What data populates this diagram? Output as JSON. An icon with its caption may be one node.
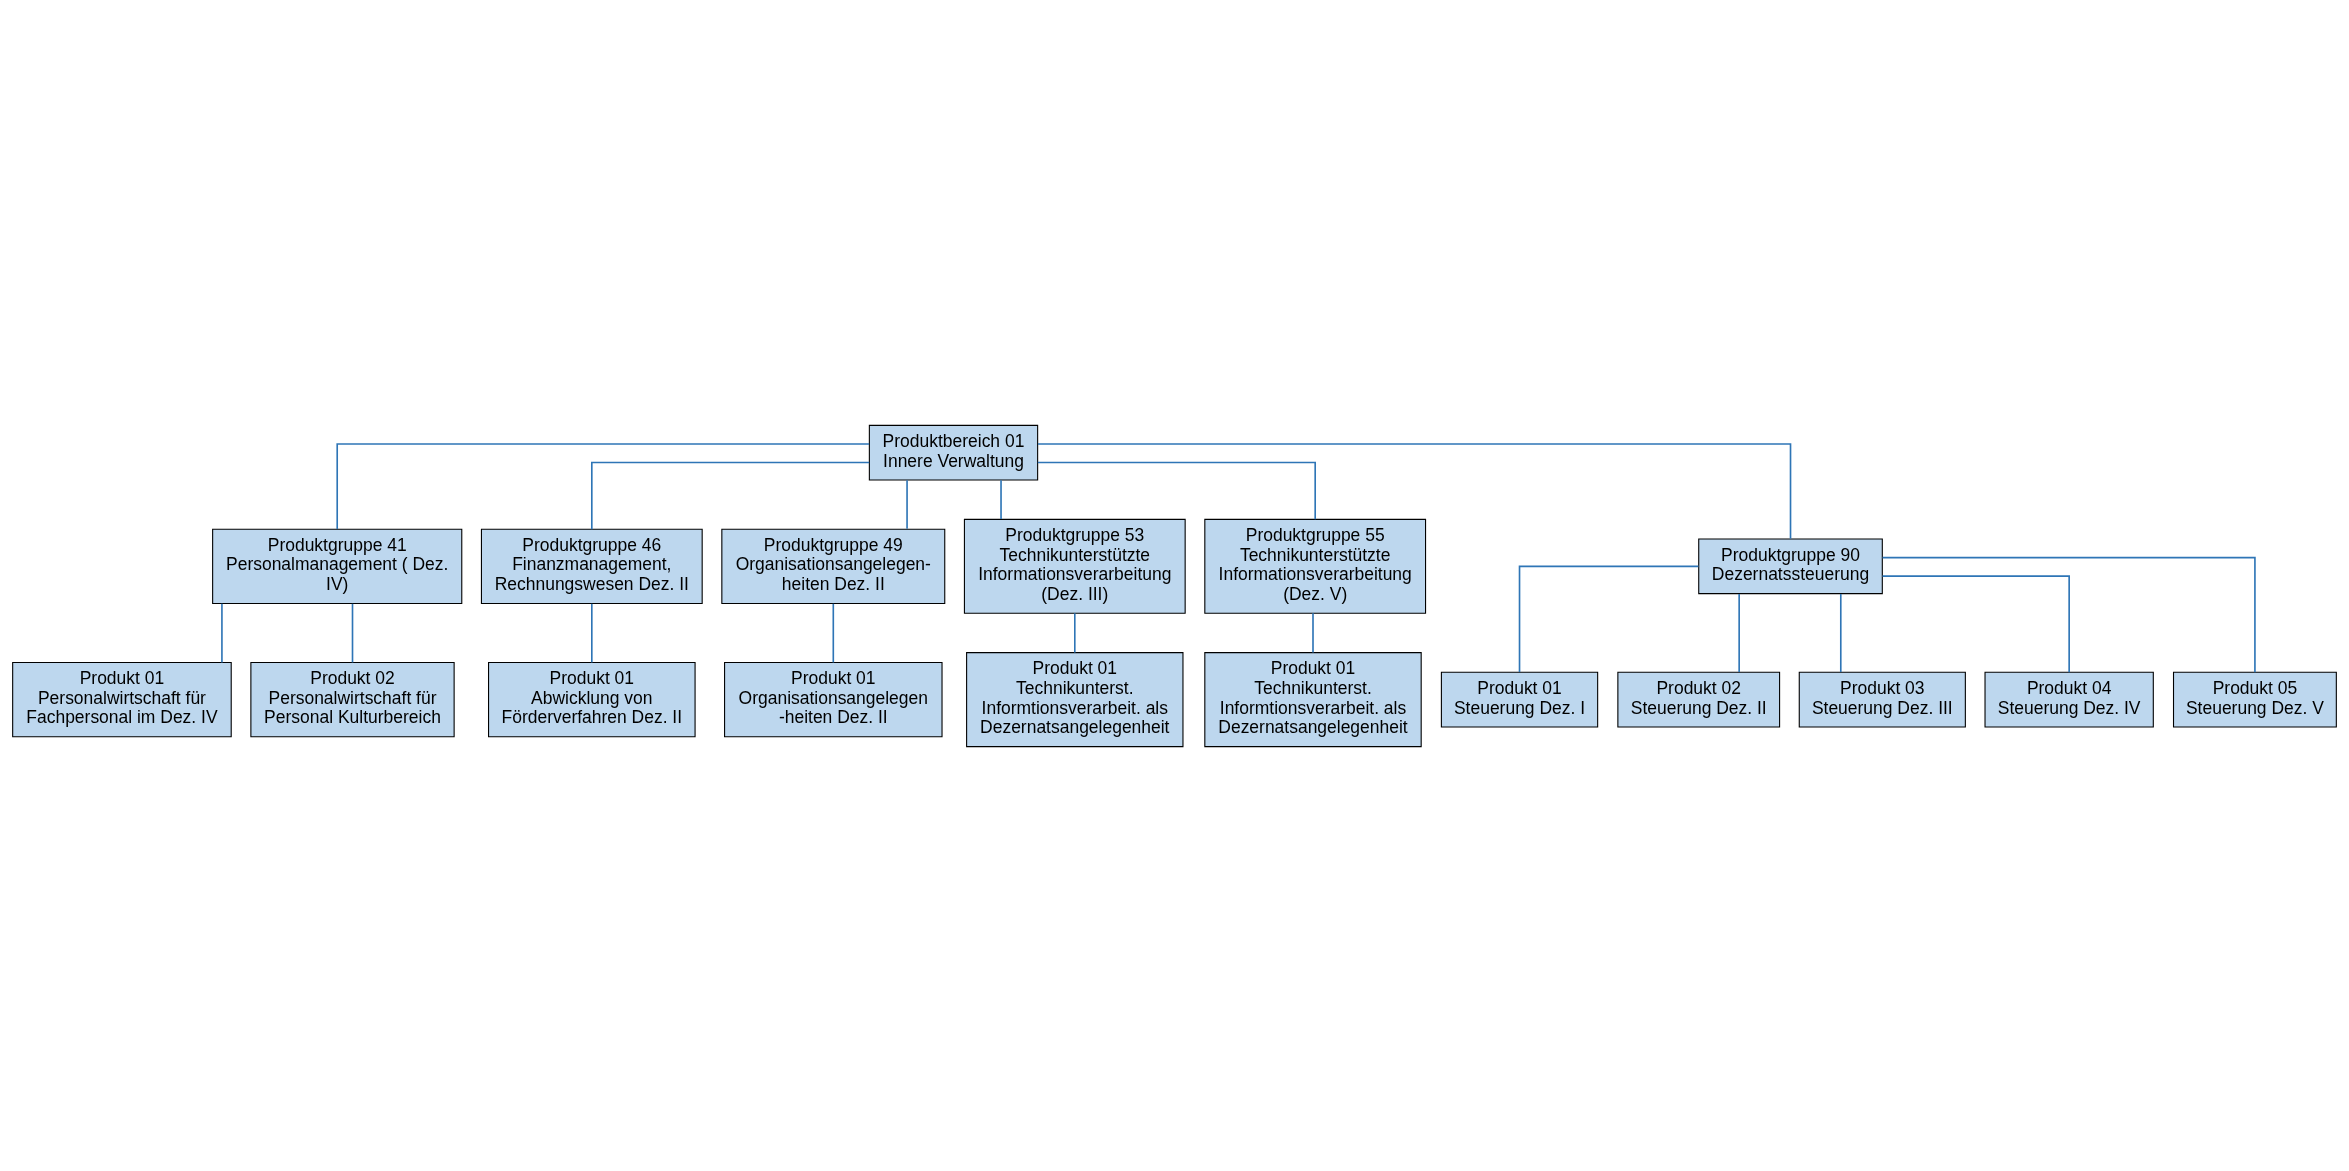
{
  "diagram": {
    "nodes": [
      {
        "text": [
          "Produktbereich 01",
          "Innere Verwaltung"
        ]
      },
      {
        "text": [
          "Produktgruppe 41",
          "Personalmanagement ( Dez. IV)"
        ]
      },
      {
        "text": [
          "Produkt 01",
          "Personalwirtschaft für Fachpersonal im Dez. IV"
        ]
      },
      {
        "text": [
          "Produkt 02",
          "Personalwirtschaft für Personal Kulturbereich"
        ]
      },
      {
        "text": [
          "Produktgruppe 46",
          "Finanzmanagement, Rechnungswesen Dez. II"
        ]
      },
      {
        "text": [
          "Produkt 01",
          "Abwicklung von Förderverfahren Dez. II"
        ]
      },
      {
        "text": [
          "Produktgruppe 49",
          "Organisationsangelegen- heiten Dez. II"
        ]
      },
      {
        "text": [
          "Produkt 01",
          "Organisationsangelegen -heiten Dez. II"
        ]
      },
      {
        "text": [
          "Produktgruppe 53",
          "Technikunterstützte Informationsverarbeitung (Dez. III)"
        ]
      },
      {
        "text": [
          "Produkt 01",
          "Technikunterst. Informtionsverarbeit. als Dezernatsangelegenheit"
        ]
      },
      {
        "text": [
          "Produktgruppe 55",
          "Technikunterstützte Informationsverarbeitung (Dez. V)"
        ]
      },
      {
        "text": [
          "Produkt 01",
          "Technikunterst. Informtionsverarbeit. als Dezernatsangelegenheit"
        ]
      },
      {
        "text": [
          "Produktgruppe 90",
          "Dezernatssteuerung"
        ]
      },
      {
        "text": [
          "Produkt 01",
          "Steuerung Dez. I"
        ]
      },
      {
        "text": [
          "Produkt 02",
          "Steuerung Dez. II"
        ]
      },
      {
        "text": [
          "Produkt 03",
          "Steuerung Dez. III"
        ]
      },
      {
        "text": [
          "Produkt 04",
          "Steuerung Dez. IV"
        ]
      },
      {
        "text": [
          "Produkt 05",
          "Steuerung Dez. V"
        ]
      }
    ],
    "edges": [
      {
        "from": 0,
        "to": 1,
        "arrow": "none"
      },
      {
        "from": 0,
        "to": 4,
        "arrow": "none"
      },
      {
        "from": 0,
        "to": 6,
        "arrow": "none"
      },
      {
        "from": 0,
        "to": 8,
        "arrow": "none"
      },
      {
        "from": 0,
        "to": 10,
        "arrow": "none"
      },
      {
        "from": 0,
        "to": 12,
        "arrow": "none"
      },
      {
        "from": 1,
        "to": 2,
        "arrow": "none"
      },
      {
        "from": 1,
        "to": 3,
        "arrow": "none"
      },
      {
        "from": 4,
        "to": 5,
        "arrow": "none"
      },
      {
        "from": 6,
        "to": 7,
        "arrow": "none"
      },
      {
        "from": 8,
        "to": 9,
        "arrow": "none"
      },
      {
        "from": 10,
        "to": 11,
        "arrow": "none"
      },
      {
        "from": 12,
        "to": 13,
        "arrow": "none"
      },
      {
        "from": 12,
        "to": 14,
        "arrow": "none"
      },
      {
        "from": 12,
        "to": 15,
        "arrow": "none"
      },
      {
        "from": 12,
        "to": 16,
        "arrow": "none"
      },
      {
        "from": 12,
        "to": 17,
        "arrow": "none"
      }
    ]
  }
}
